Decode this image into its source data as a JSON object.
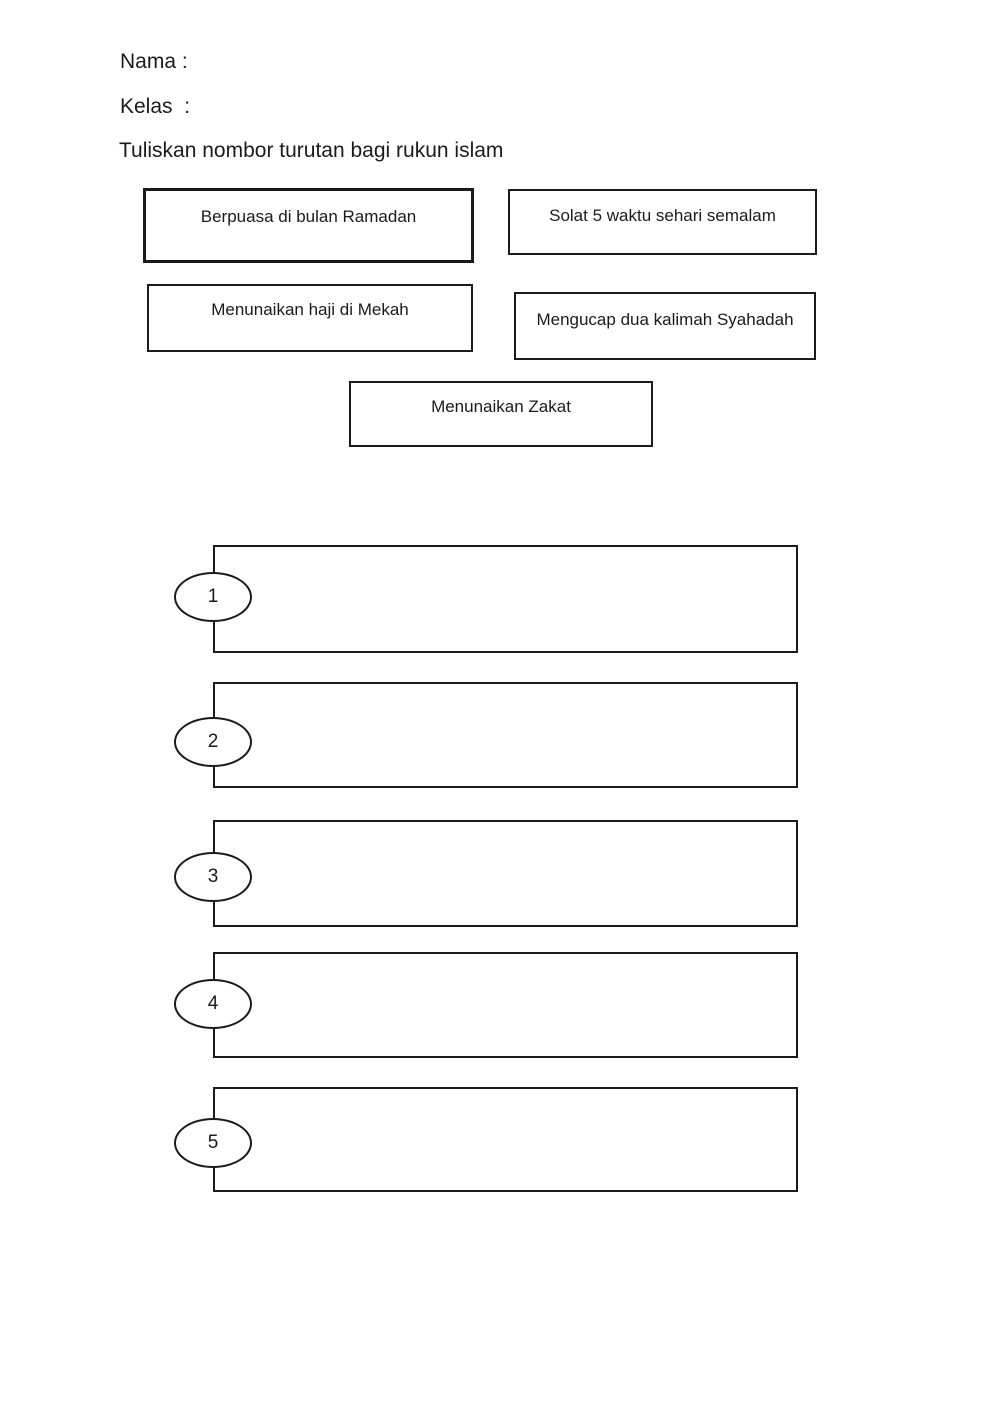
{
  "colors": {
    "ink": "#1b1b1b",
    "paper": "#ffffff"
  },
  "header": {
    "name_label": "Nama :",
    "class_label": "Kelas  :",
    "instruction": "Tuliskan nombor turutan bagi rukun islam"
  },
  "option_boxes": [
    {
      "label": "Berpuasa di bulan Ramadan"
    },
    {
      "label": "Solat 5 waktu sehari semalam"
    },
    {
      "label": "Menunaikan haji di Mekah"
    },
    {
      "label": "Mengucap dua kalimah Syahadah"
    },
    {
      "label": "Menunaikan Zakat"
    }
  ],
  "answer_rows": [
    {
      "number": "1",
      "value": ""
    },
    {
      "number": "2",
      "value": ""
    },
    {
      "number": "3",
      "value": ""
    },
    {
      "number": "4",
      "value": ""
    },
    {
      "number": "5",
      "value": ""
    }
  ]
}
